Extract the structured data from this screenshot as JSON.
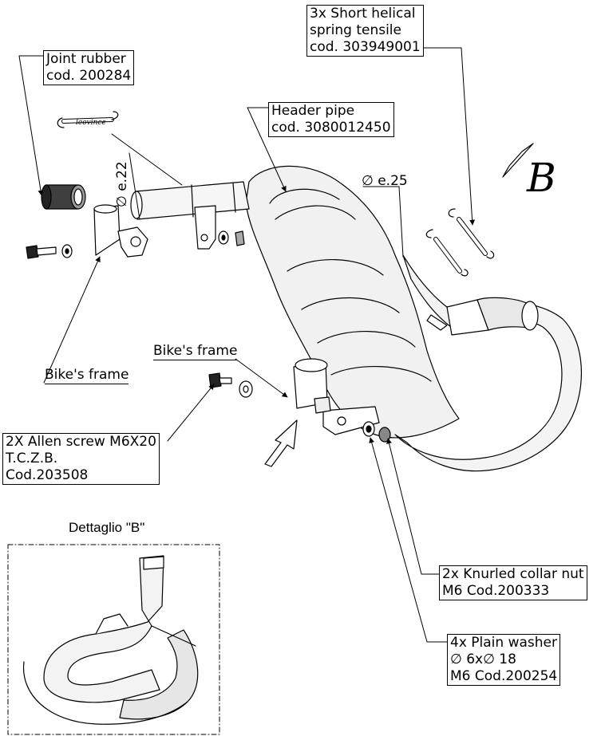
{
  "labels": {
    "spring_tensile": [
      "3x Short helical",
      "spring tensile",
      "cod. 303949001"
    ],
    "joint_rubber": [
      "Joint rubber",
      "cod. 200284"
    ],
    "header_pipe": [
      "Header pipe",
      "cod. 3080012450"
    ],
    "diameter_25": "∅ e.25",
    "diameter_22": "∅ e.22",
    "bikes_frame_left": "Bike's frame",
    "bikes_frame_center": "Bike's frame",
    "allen_screw": [
      "2X Allen screw M6X20",
      "T.C.Z.B.",
      "Cod.203508"
    ],
    "knurled_nut": [
      "2x Knurled collar nut",
      "M6 Cod.200333"
    ],
    "plain_washer": [
      "4x Plain washer",
      "∅ 6x∅ 18",
      "M6 Cod.200254"
    ],
    "detail_title": "Dettaglio \"B\"",
    "view_letter": "B"
  },
  "spring_brand": "leovince"
}
